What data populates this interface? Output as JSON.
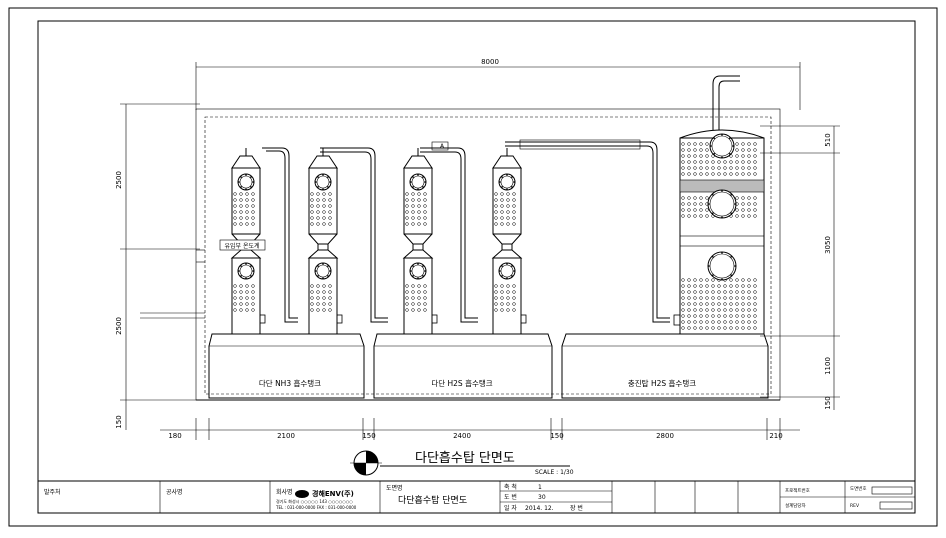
{
  "drawing": {
    "title": "다단흡수탑 단면도",
    "scale": "SCALE : 1/30"
  },
  "dimensions": {
    "total_width": "8000",
    "bottom": [
      "180",
      "2100",
      "150",
      "2400",
      "150",
      "2800",
      "210"
    ],
    "left": [
      "2500",
      "2500",
      "150"
    ],
    "right": [
      "510",
      "3050",
      "1100",
      "150"
    ]
  },
  "tanks": [
    {
      "label": "다단 NH3 흡수탱크"
    },
    {
      "label": "다단 H2S 흡수탱크"
    },
    {
      "label": "충진탑 H2S 흡수탱크"
    }
  ],
  "annotations": {
    "inlet": "유입부 온도계",
    "pipe_tag": "A"
  },
  "title_block": {
    "client_label": "발주처",
    "project_label": "공사명",
    "company_label": "회사명",
    "company_name": "경해ENV(주)",
    "company_addr": "경기도 화성시 ○○○○○ 143 ○○○○○○○",
    "company_tel": "TEL : 031-000-0000 FAX : 031-000-0000",
    "drawing_name_label": "도면명",
    "drawing_name": "다단흡수탑 단면도",
    "scale_label": "축 척",
    "scale_value": "1",
    "scale_value2": "30",
    "date_label": "일 자",
    "date_value": "2014. 12.",
    "sheet_label": "도 번",
    "sheet_value2": "장 번",
    "right_a": "프로젝트번호",
    "right_b": "설계담당자",
    "right_c": "도면번호",
    "right_d": "REV"
  }
}
